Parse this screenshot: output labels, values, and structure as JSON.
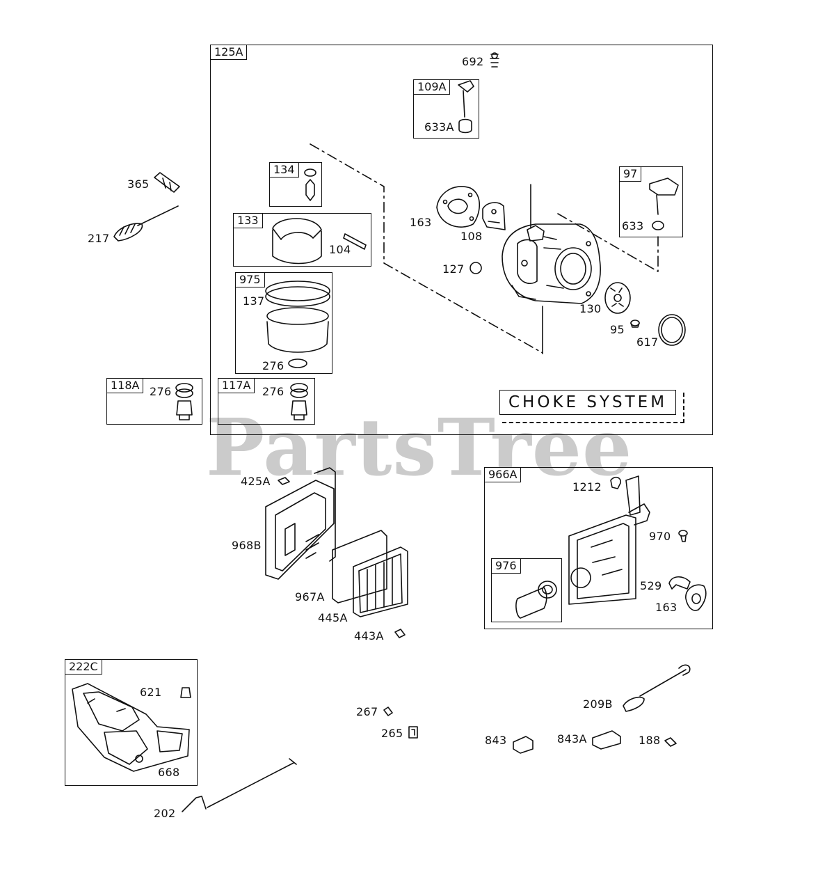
{
  "watermark": "PartsTree",
  "choke_callout": "CHOKE SYSTEM",
  "boxes": {
    "b125A": "125A",
    "b109A": "109A",
    "b134": "134",
    "b97": "97",
    "b133": "133",
    "b975": "975",
    "b118A": "118A",
    "b117A": "117A",
    "b966A": "966A",
    "b976": "976",
    "b222C": "222C"
  },
  "labels": {
    "p692": "692",
    "p633A": "633A",
    "p365": "365",
    "p217": "217",
    "p163a": "163",
    "p108": "108",
    "p104": "104",
    "p633": "633",
    "p127": "127",
    "p137": "137",
    "p130": "130",
    "p95": "95",
    "p617": "617",
    "p276a": "276",
    "p276b": "276",
    "p276c": "276",
    "p425A": "425A",
    "p968B": "968B",
    "p967A": "967A",
    "p445A": "445A",
    "p443A": "443A",
    "p1212": "1212",
    "p970": "970",
    "p529": "529",
    "p163b": "163",
    "p621": "621",
    "p668": "668",
    "p267": "267",
    "p265": "265",
    "p209B": "209B",
    "p843": "843",
    "p843A": "843A",
    "p188": "188",
    "p202": "202"
  }
}
